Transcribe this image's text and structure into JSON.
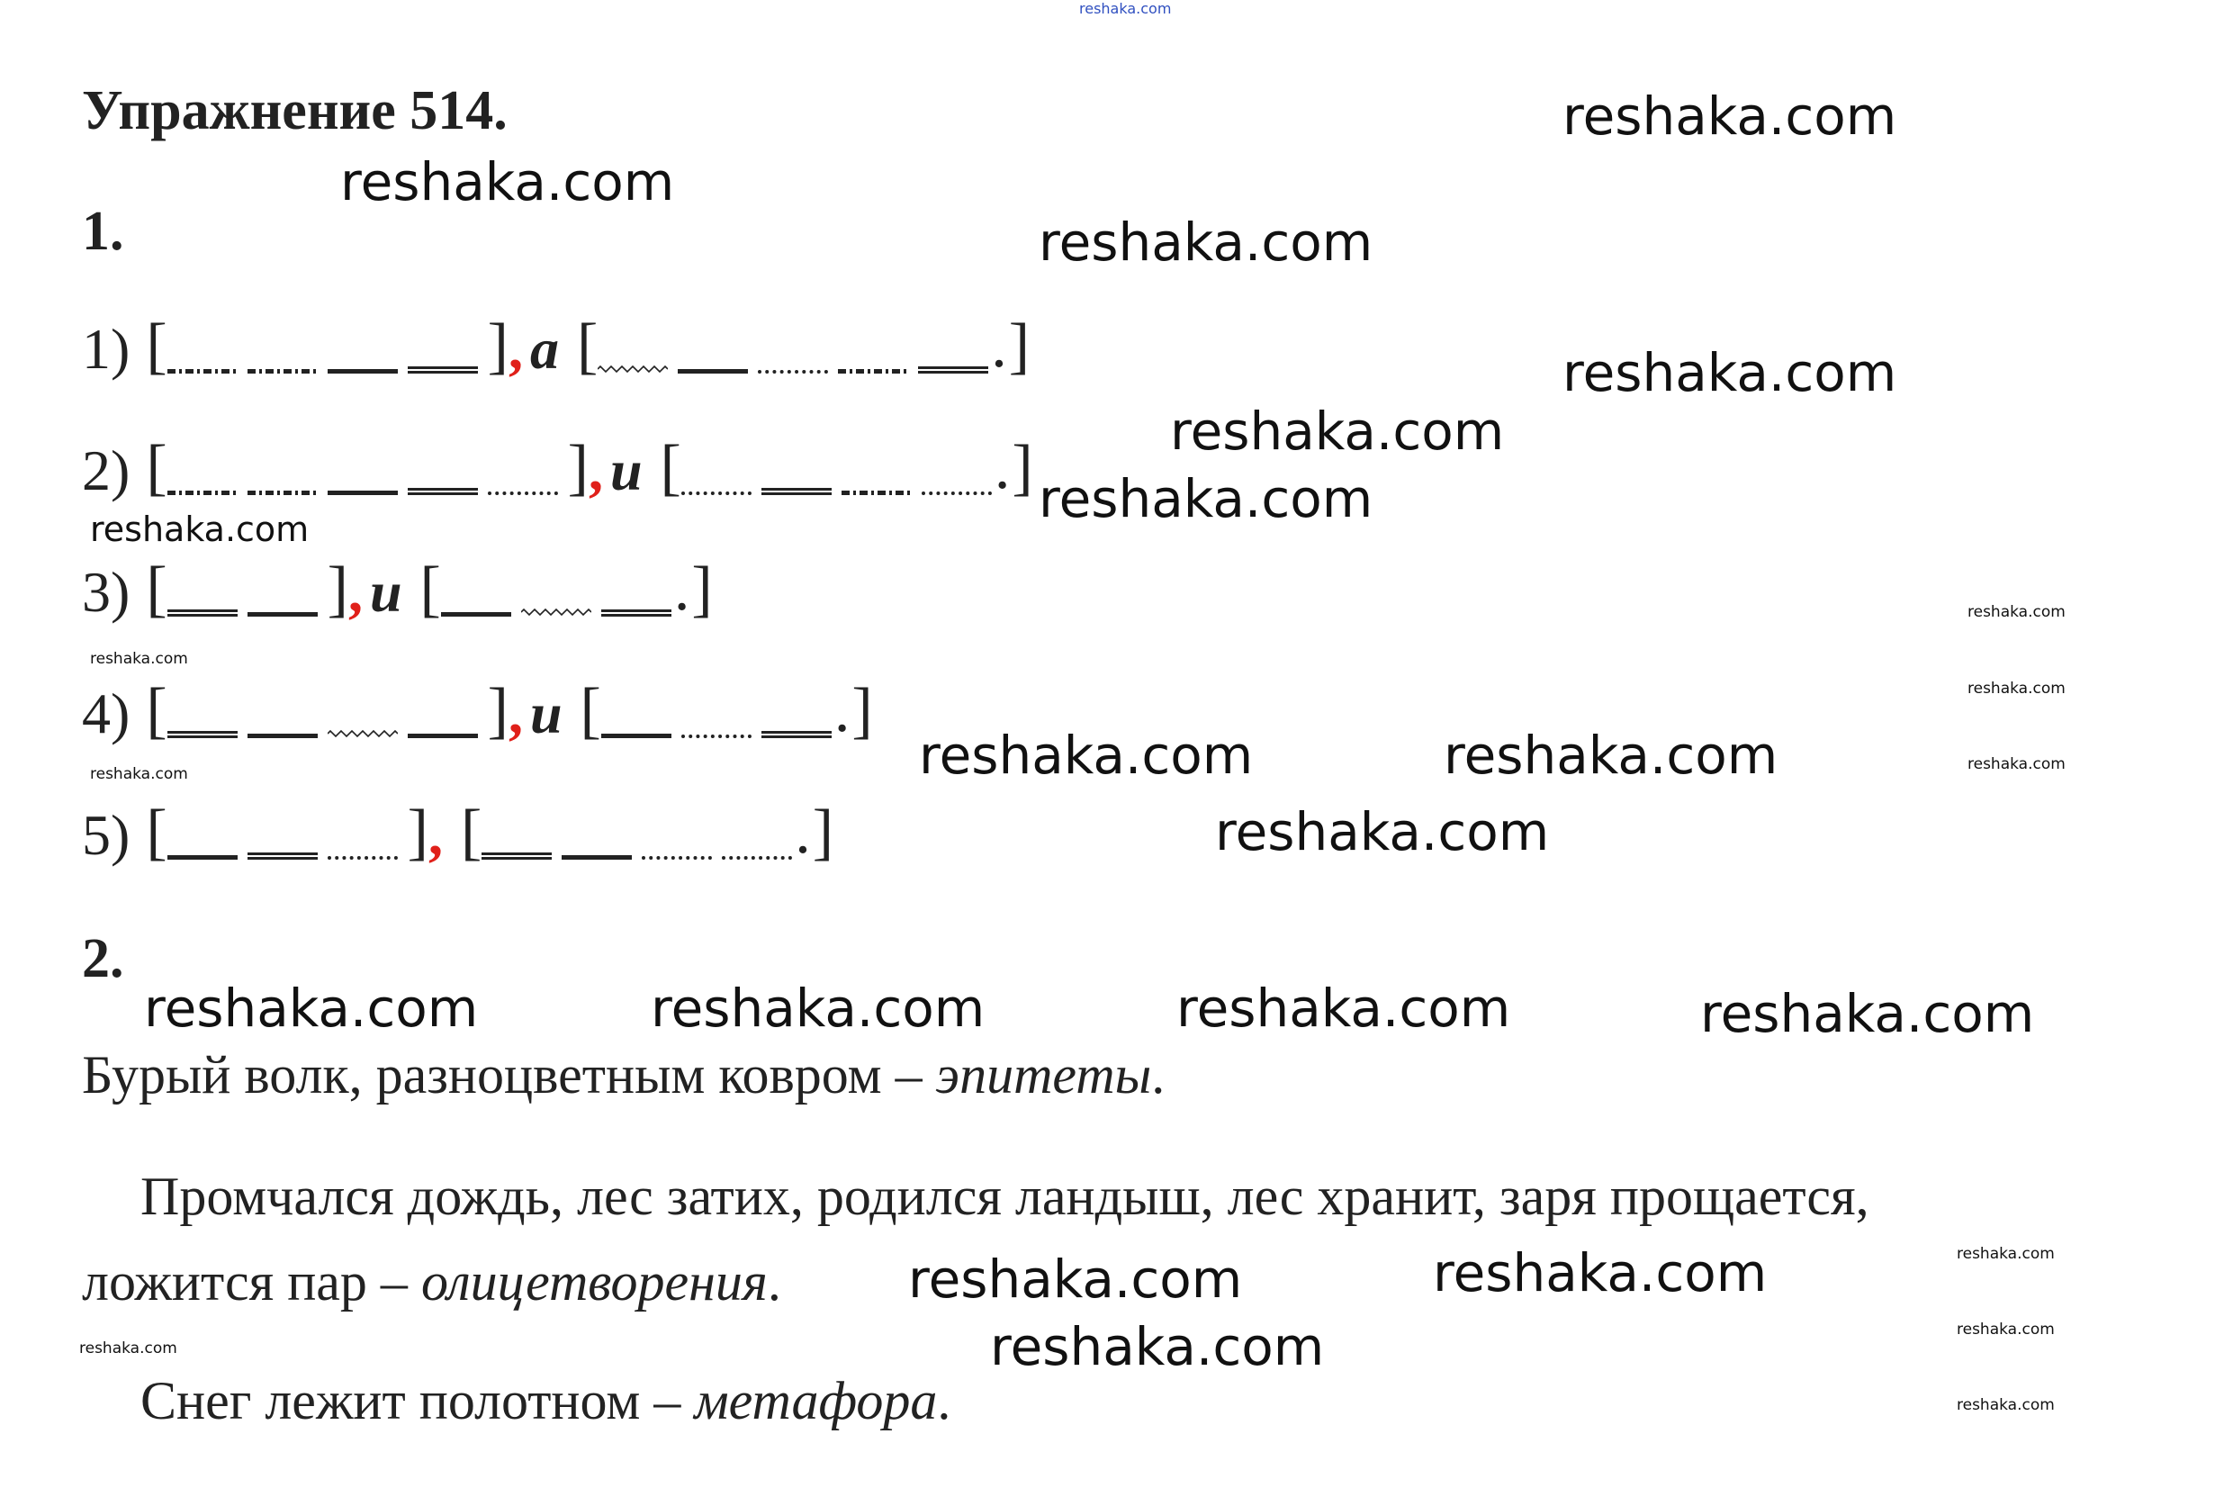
{
  "title": "Упражнение 514.",
  "part1": {
    "label": "1.",
    "rows": [
      {
        "n": "1)",
        "left": [
          "dashdot",
          "dashdot",
          "single",
          "double"
        ],
        "sep": ",",
        "conj": "а",
        "right": [
          "wavy",
          "single",
          "dotted",
          "dashdot",
          "double"
        ]
      },
      {
        "n": "2)",
        "left": [
          "dashdot",
          "dashdot",
          "single",
          "double",
          "dotted"
        ],
        "sep": ",",
        "conj": "и",
        "right": [
          "dotted",
          "double",
          "dashdot",
          "dotted"
        ]
      },
      {
        "n": "3)",
        "left": [
          "double",
          "single"
        ],
        "sep": ",",
        "conj": "и",
        "right": [
          "single",
          "wavy",
          "double"
        ]
      },
      {
        "n": "4)",
        "left": [
          "double",
          "single",
          "wavy",
          "single"
        ],
        "sep": ",",
        "conj": "и",
        "right": [
          "single",
          "dotted",
          "double"
        ]
      },
      {
        "n": "5)",
        "left": [
          "single",
          "double",
          "dotted"
        ],
        "sep": ",",
        "conj": "",
        "right": [
          "double",
          "single",
          "dotted",
          "dotted"
        ]
      }
    ]
  },
  "part2": {
    "label": "2.",
    "p1_text": "Бурый волк, разноцветным ковром – ",
    "p1_term": "эпитеты",
    "p2_line1": "Промчался дождь, лес затих, родился ландыш, лес хранит, заря прощается,",
    "p2_line2": "ложится пар – ",
    "p2_term": "олицетворения",
    "p3_text": "Снег лежит полотном – ",
    "p3_term": "метафора",
    "end": "."
  },
  "watermark": "reshaka.com",
  "colors": {
    "comma": "#e0201a",
    "text": "#222222"
  }
}
